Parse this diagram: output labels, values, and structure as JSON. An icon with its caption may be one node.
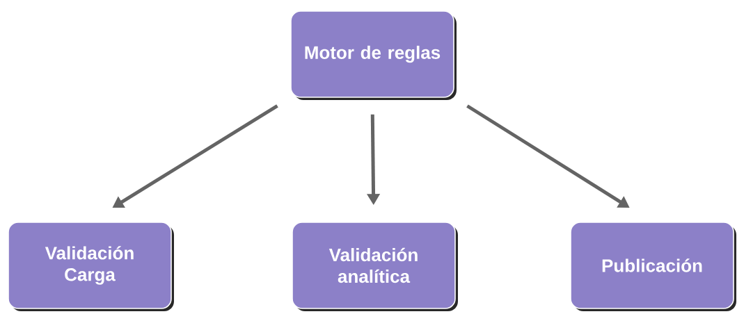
{
  "diagram": {
    "nodes": [
      {
        "text": [
          "Motor de reglas"
        ]
      },
      {
        "text": [
          "Validación Carga"
        ]
      },
      {
        "text": [
          "Validación analítica"
        ]
      },
      {
        "text": [
          "Publicación"
        ]
      }
    ],
    "edges": [
      {
        "from": 0,
        "to": 1,
        "arrow": "to"
      },
      {
        "from": 0,
        "to": 2,
        "arrow": "to"
      },
      {
        "from": 0,
        "to": 3,
        "arrow": "to"
      }
    ]
  }
}
